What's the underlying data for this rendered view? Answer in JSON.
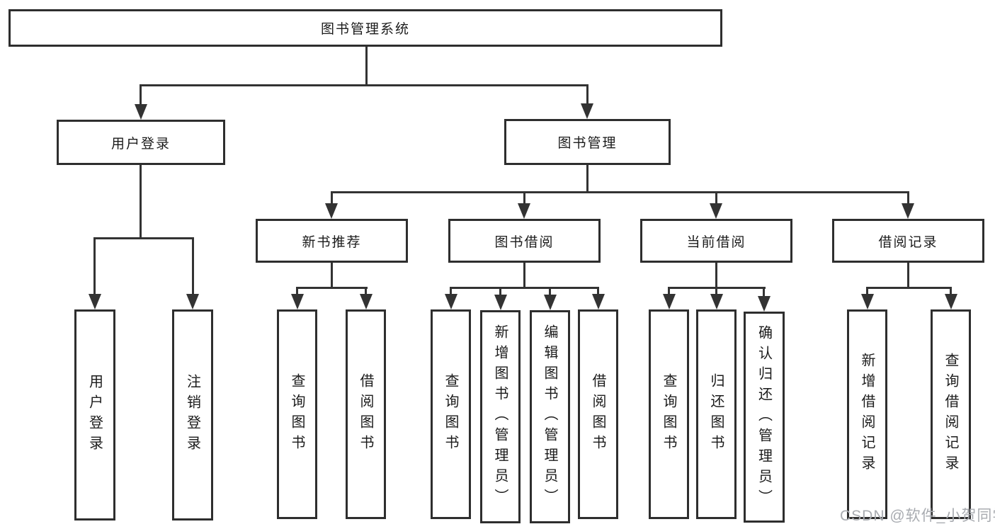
{
  "diagram_type": "hierarchy-tree",
  "tree": {
    "label": "图书管理系统",
    "children": [
      {
        "label": "用户登录",
        "children": [
          {
            "label": "用户登录"
          },
          {
            "label": "注销登录"
          }
        ]
      },
      {
        "label": "图书管理",
        "children": [
          {
            "label": "新书推荐",
            "children": [
              {
                "label": "查询图书"
              },
              {
                "label": "借阅图书"
              }
            ]
          },
          {
            "label": "图书借阅",
            "children": [
              {
                "label": "查询图书"
              },
              {
                "label": "新增图书（管理员）"
              },
              {
                "label": "编辑图书（管理员）"
              },
              {
                "label": "借阅图书"
              }
            ]
          },
          {
            "label": "当前借阅",
            "children": [
              {
                "label": "查询图书"
              },
              {
                "label": "归还图书"
              },
              {
                "label": "确认归还（管理员）"
              }
            ]
          },
          {
            "label": "借阅记录",
            "children": [
              {
                "label": "新增借阅记录"
              },
              {
                "label": "查询借阅记录"
              }
            ]
          }
        ]
      }
    ]
  },
  "watermark": {
    "text": "CSDN @软件_小贺同学"
  },
  "colors": {
    "background": "#ffffff",
    "box_border": "#2e2e2e",
    "connector_line": "#333333",
    "text": "#1b1b1b",
    "watermark": "#a9acb1"
  }
}
